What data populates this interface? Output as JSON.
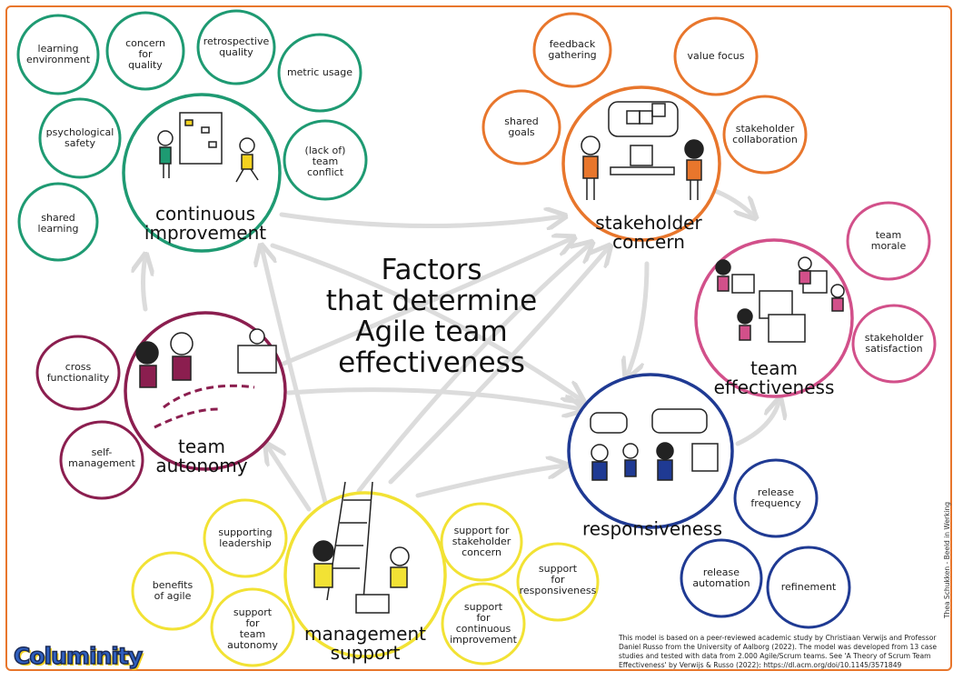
{
  "title": "Factors\nthat determine\nAgile team\neffectiveness",
  "colors": {
    "frame": "#e8762c",
    "continuous_improvement": "#1e9a72",
    "stakeholder_concern": "#e8762c",
    "team_effectiveness": "#d2508a",
    "responsiveness": "#1f3a93",
    "team_autonomy": "#8b1e4f",
    "management_support": "#f2e234",
    "arrow": "#d9d9d9"
  },
  "hubs": {
    "continuous_improvement": "continuous\nimprovement",
    "stakeholder_concern": "stakeholder\nconcern",
    "team_effectiveness": "team\neffectiveness",
    "responsiveness": "responsiveness",
    "team_autonomy": "team\nautonomy",
    "management_support": "management\nsupport"
  },
  "factors": {
    "learning_environment": "learning\nenvironment",
    "concern_for_quality": "concern\nfor\nquality",
    "retrospective_quality": "retrospective\nquality",
    "metric_usage": "metric usage",
    "psychological_safety": "psychological\nsafety",
    "lack_of_team_conflict": "(lack of)\nteam\nconflict",
    "shared_learning": "shared\nlearning",
    "feedback_gathering": "feedback\ngathering",
    "value_focus": "value focus",
    "shared_goals": "shared\ngoals",
    "stakeholder_collaboration": "stakeholder\ncollaboration",
    "team_morale": "team\nmorale",
    "stakeholder_satisfaction": "stakeholder\nsatisfaction",
    "cross_functionality": "cross\nfunctionality",
    "self_management": "self-\nmanagement",
    "release_frequency": "release\nfrequency",
    "release_automation": "release\nautomation",
    "refinement": "refinement",
    "supporting_leadership": "supporting\nleadership",
    "benefits_of_agile": "benefits\nof agile",
    "support_for_team_autonomy": "support\nfor\nteam\nautonomy",
    "support_for_stakeholder_concern": "support for\nstakeholder\nconcern",
    "support_for_responsiveness": "support\nfor\nresponsiveness",
    "support_for_continuous_improvement": "support\nfor\ncontinuous\nimprovement"
  },
  "logo": "Columinity",
  "credit": "Thea Schukken - Beeld in Werking",
  "note": "This model is based on a peer-reviewed academic study by Christiaan Verwijs and Professor Daniel Russo from the University of Aalborg (2022). The model was developed from 13 case studies and tested with data from 2.000 Agile/Scrum teams. See 'A Theory of Scrum Team Effectiveness' by Verwijs & Russo (2022):   https://dl.acm.org/doi/10.1145/3571849"
}
